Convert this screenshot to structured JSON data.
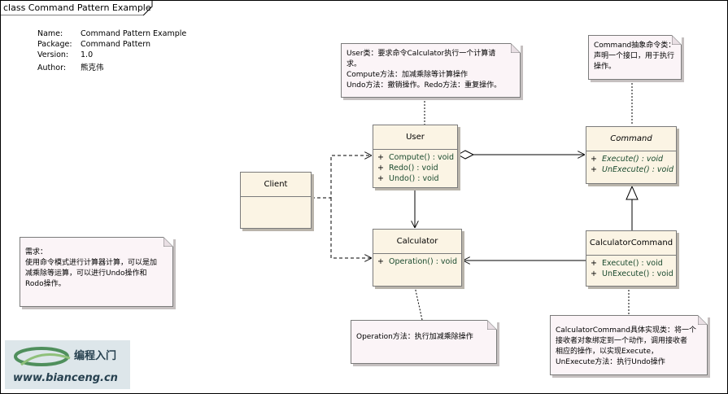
{
  "diagram": {
    "frame_label": "class Command Pattern Example"
  },
  "meta": [
    {
      "key": "Name:",
      "value": "Command Pattern Example"
    },
    {
      "key": "Package:",
      "value": "Command Pattern"
    },
    {
      "key": "Version:",
      "value": "1.0"
    },
    {
      "key": "Author:",
      "value": "熊克伟"
    }
  ],
  "classes": {
    "user": {
      "name": "User",
      "ops": [
        "Compute() : void",
        "Redo() : void",
        "Undo() : void"
      ]
    },
    "client": {
      "name": "Client"
    },
    "calculator": {
      "name": "Calculator",
      "ops": [
        "Operation() : void"
      ]
    },
    "command": {
      "name": "Command",
      "ops": [
        "Execute() : void",
        "UnExecute() : void"
      ]
    },
    "calculator_command": {
      "name": "CalculatorCommand",
      "ops": [
        "Execute() : void",
        "UnExecute() : void"
      ]
    }
  },
  "visibility": "+",
  "notes": {
    "user_note": [
      "User类：要求命令Calculator执行一个计算请",
      "求。",
      "Compute方法：加减乘除等计算操作",
      "Undo方法：撤销操作。Redo方法：重复操作。"
    ],
    "command_note": [
      "Command抽象命令类：",
      "声明一个接口，用于执行",
      "操作。"
    ],
    "requirement_note": [
      "需求：",
      "使用命令模式进行计算器计算，可以是加",
      "减乘除等运算，可以进行Undo操作和",
      "Rodo操作。"
    ],
    "operation_note": [
      "Operation方法：执行加减乘除操作"
    ],
    "calc_command_note": [
      "CalculatorCommand具体实现类：将一个",
      "接收者对象绑定到一个动作，调用接收者",
      "相应的操作，以实现Execute，",
      "UnExecute方法：执行Undo操作"
    ]
  },
  "logo": {
    "title": "编程入门",
    "url": "www.bianceng.cn"
  },
  "colors": {
    "class_fill": "#fbf4e4",
    "note_fill": "#fbf4f7",
    "operation_text": "#1a4a2e"
  }
}
